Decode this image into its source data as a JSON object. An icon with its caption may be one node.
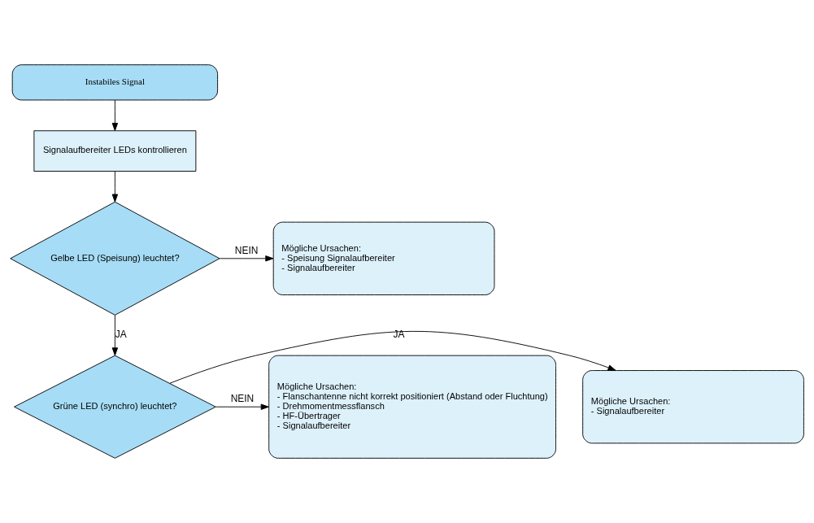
{
  "diagram": {
    "nodes": [
      {
        "text": [
          "Instabiles Signal"
        ]
      },
      {
        "text": [
          "Signalaufbereiter LEDs kontrollieren"
        ]
      },
      {
        "text": [
          "Gelbe LED (Speisung) leuchtet?"
        ]
      },
      {
        "text": [
          "Mögliche Ursachen:",
          "- Speisung Signalaufbereiter",
          "- Signalaufbereiter"
        ]
      },
      {
        "text": [
          "Grüne LED (synchro) leuchtet?"
        ]
      },
      {
        "text": [
          "Mögliche Ursachen:",
          "- Signalaufbereiter"
        ]
      },
      {
        "text": [
          "Mögliche Ursachen:",
          "- Flanschantenne nicht korrekt positioniert (Abstand oder Fluchtung)",
          "- Drehmomentmessflansch",
          "- HF-Übertrager",
          "- Signalaufbereiter"
        ]
      }
    ],
    "edges": [
      {
        "from": 0,
        "to": 1,
        "arrow": "to"
      },
      {
        "from": 1,
        "to": 2,
        "arrow": "to"
      },
      {
        "from": 2,
        "to": 3,
        "arrow": "to",
        "label": "NEIN"
      },
      {
        "from": 2,
        "to": 4,
        "arrow": "to",
        "label": "JA"
      },
      {
        "from": 4,
        "to": 5,
        "arrow": "to",
        "label": "JA"
      },
      {
        "from": 4,
        "to": 6,
        "arrow": "to",
        "label": "NEIN"
      }
    ]
  }
}
